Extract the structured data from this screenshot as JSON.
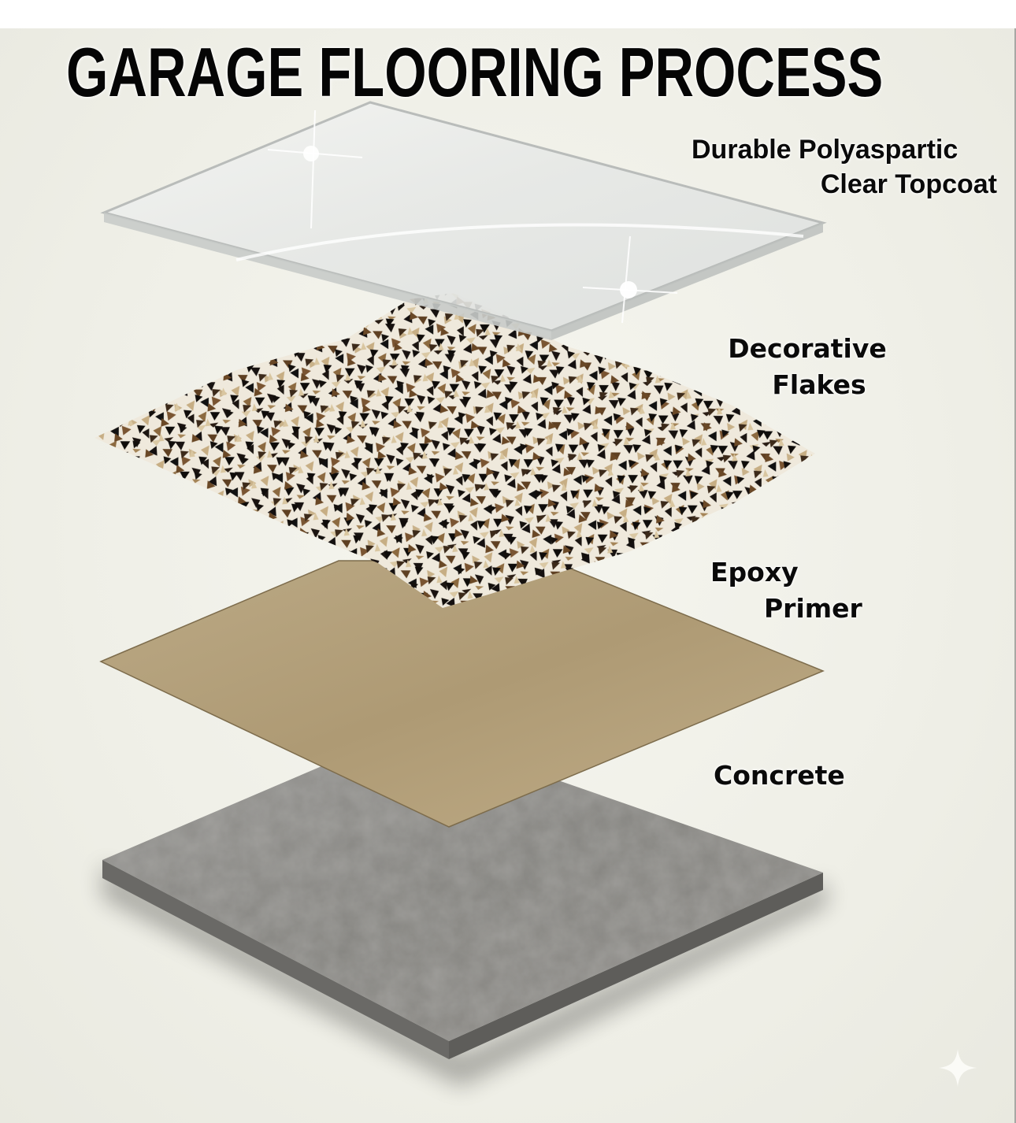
{
  "title": "GARAGE FLOORING PROCESS",
  "colors": {
    "background": "#efefe7",
    "title_text": "#050505",
    "topcoat_glass": "#e4e6e4",
    "flake_dark": "#1a1410",
    "flake_brown": "#6b4a26",
    "flake_tan": "#cbb48a",
    "primer": "#b3a07c",
    "concrete": "#8a8986"
  },
  "layers": [
    {
      "order": 1,
      "name": "topcoat",
      "label_lines": [
        "Durable Polyaspartic",
        "Clear Topcoat"
      ]
    },
    {
      "order": 2,
      "name": "flakes",
      "label_lines": [
        "Decorative",
        "Flakes"
      ]
    },
    {
      "order": 3,
      "name": "primer",
      "label_lines": [
        "Epoxy",
        "Primer"
      ]
    },
    {
      "order": 4,
      "name": "concrete",
      "label_lines": [
        "Concrete"
      ]
    }
  ],
  "watermark": {
    "icon": "sparkle-icon"
  }
}
